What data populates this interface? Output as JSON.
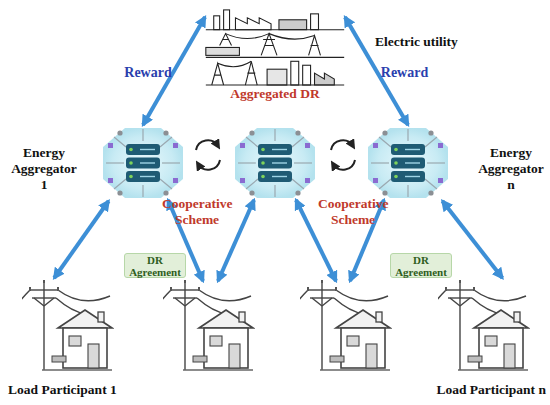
{
  "diagram": {
    "nodes": [
      {
        "text": [
          "Electric utility"
        ]
      },
      {
        "text": [
          "Energy Aggregator 1"
        ]
      },
      {
        "text": [
          "Energy Aggregator n"
        ]
      },
      {
        "text": [
          "DR Agreement"
        ]
      },
      {
        "text": [
          "DR Agreement"
        ]
      },
      {
        "text": [
          "Load Participant 1"
        ]
      },
      {
        "text": [
          "Load Participant n"
        ]
      }
    ],
    "edges": [
      {
        "from": 0,
        "to": 1,
        "label": "Reward",
        "arrow": "both"
      },
      {
        "from": 0,
        "to": 2,
        "label": "Reward",
        "arrow": "both"
      },
      {
        "from": 1,
        "to": 5,
        "arrow": "both"
      },
      {
        "from": 2,
        "to": 6,
        "arrow": "both"
      }
    ],
    "labels": [
      "Aggregated DR",
      "Cooperative Scheme",
      "Cooperative Scheme"
    ]
  }
}
